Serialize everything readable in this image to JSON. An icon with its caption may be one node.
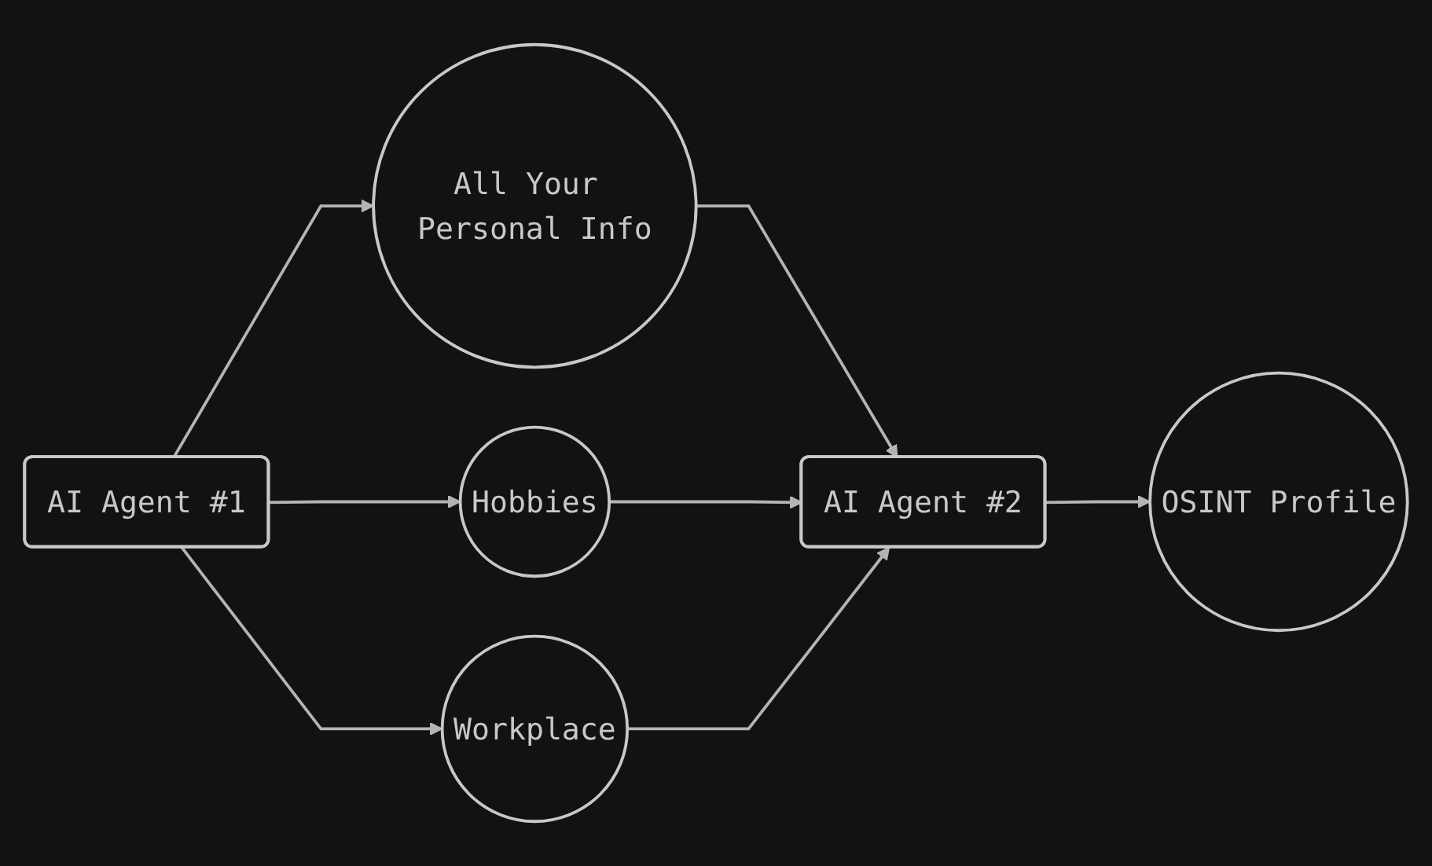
{
  "diagram": {
    "nodes": [
      {
        "text": [
          "AI Agent #1"
        ]
      },
      {
        "text": [
          "All Your Personal Info"
        ]
      },
      {
        "text": [
          "Hobbies"
        ]
      },
      {
        "text": [
          "Workplace"
        ]
      },
      {
        "text": [
          "AI Agent #2"
        ]
      },
      {
        "text": [
          "OSINT Profile"
        ]
      }
    ],
    "edges": [
      {
        "from": 0,
        "to": 1,
        "arrow": "to"
      },
      {
        "from": 0,
        "to": 2,
        "arrow": "to"
      },
      {
        "from": 0,
        "to": 3,
        "arrow": "to"
      },
      {
        "from": 1,
        "to": 4,
        "arrow": "to"
      },
      {
        "from": 2,
        "to": 4,
        "arrow": "to"
      },
      {
        "from": 3,
        "to": 4,
        "arrow": "to"
      },
      {
        "from": 4,
        "to": 5,
        "arrow": "to"
      }
    ]
  }
}
